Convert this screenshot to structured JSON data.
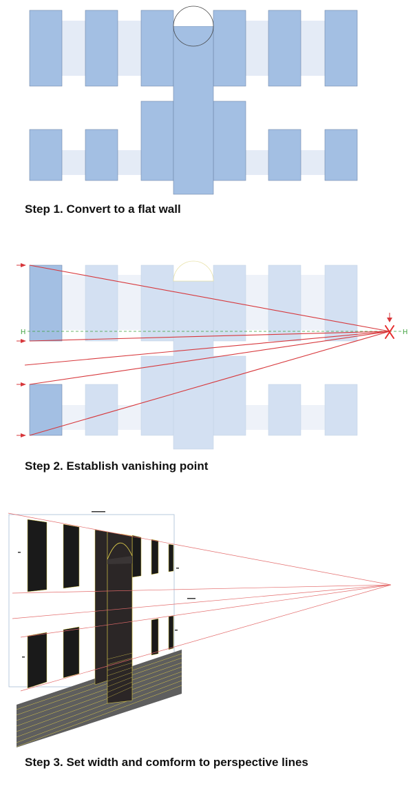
{
  "steps": [
    {
      "label": "Step 1. Convert to a flat wall"
    },
    {
      "label": "Step 2. Establish vanishing point"
    },
    {
      "label": "Step 3. Set width and comform to perspective lines"
    }
  ],
  "horizon": {
    "left_label": "H",
    "right_label": "H"
  },
  "colors": {
    "block": "#a3bfe3",
    "block_faded": "#d3e0f2",
    "band": "#e4ebf6",
    "band_faded": "#eef2f9",
    "outline": "#6e86a8",
    "red": "#d7373b",
    "green": "#3aa03a",
    "dark": "#1a1a1a",
    "dark_panel": "#2b2626",
    "floor": "#5e5e5e",
    "yellow": "#d9c84a",
    "vanish_mark": "#e52d2d"
  },
  "icons": [
    "arrow-right-icon",
    "arrow-down-icon",
    "x-mark-icon"
  ]
}
